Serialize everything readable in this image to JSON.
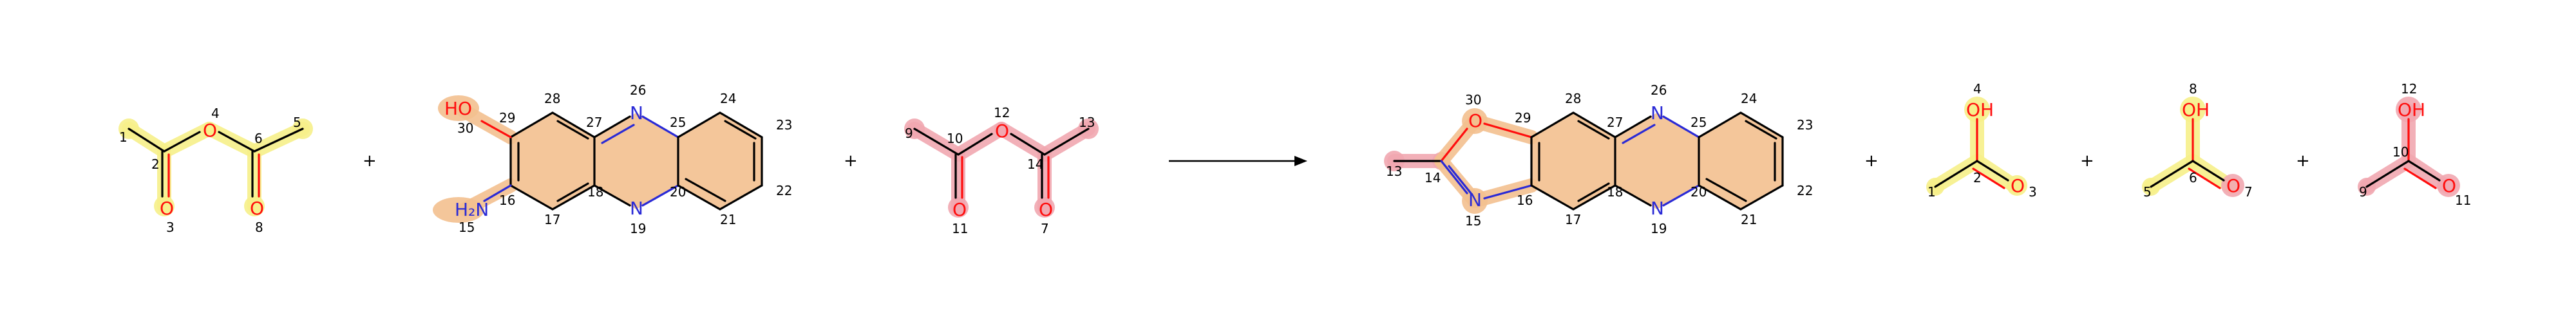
{
  "reaction": {
    "operator": "+",
    "reactants": [
      {
        "id": "acetic-anhydride-1",
        "highlight": "yellow",
        "atoms": [
          {
            "label": "",
            "idx": "1"
          },
          {
            "label": "",
            "idx": "2"
          },
          {
            "label": "O",
            "idx": "3"
          },
          {
            "label": "O",
            "idx": "4"
          },
          {
            "label": "",
            "idx": "5"
          },
          {
            "label": "",
            "idx": "6"
          },
          {
            "label": "O",
            "idx": "8"
          }
        ]
      },
      {
        "id": "aminohydroxyphenazine",
        "highlight": "orange",
        "atoms": [
          {
            "label": "HO",
            "idx": "30"
          },
          {
            "label": "",
            "idx": "29"
          },
          {
            "label": "",
            "idx": "28"
          },
          {
            "label": "",
            "idx": "27"
          },
          {
            "label": "N",
            "idx": "26"
          },
          {
            "label": "",
            "idx": "25"
          },
          {
            "label": "",
            "idx": "24"
          },
          {
            "label": "",
            "idx": "23"
          },
          {
            "label": "",
            "idx": "22"
          },
          {
            "label": "",
            "idx": "21"
          },
          {
            "label": "",
            "idx": "20"
          },
          {
            "label": "N",
            "idx": "19"
          },
          {
            "label": "",
            "idx": "18"
          },
          {
            "label": "",
            "idx": "17"
          },
          {
            "label": "",
            "idx": "16"
          },
          {
            "label": "H₂N",
            "idx": "15"
          }
        ]
      },
      {
        "id": "acetic-anhydride-2",
        "highlight": "pink",
        "atoms": [
          {
            "label": "",
            "idx": "9"
          },
          {
            "label": "",
            "idx": "10"
          },
          {
            "label": "O",
            "idx": "11"
          },
          {
            "label": "O",
            "idx": "12"
          },
          {
            "label": "",
            "idx": "13"
          },
          {
            "label": "",
            "idx": "14"
          },
          {
            "label": "O",
            "idx": "7"
          }
        ]
      }
    ],
    "products": [
      {
        "id": "methyloxazolophenazine",
        "atoms": [
          {
            "label": "",
            "idx": "13"
          },
          {
            "label": "",
            "idx": "14"
          },
          {
            "label": "O",
            "idx": "30"
          },
          {
            "label": "N",
            "idx": "15"
          },
          {
            "label": "",
            "idx": "29"
          },
          {
            "label": "",
            "idx": "16"
          },
          {
            "label": "",
            "idx": "28"
          },
          {
            "label": "",
            "idx": "17"
          },
          {
            "label": "",
            "idx": "27"
          },
          {
            "label": "",
            "idx": "18"
          },
          {
            "label": "N",
            "idx": "26"
          },
          {
            "label": "N",
            "idx": "19"
          },
          {
            "label": "",
            "idx": "25"
          },
          {
            "label": "",
            "idx": "20"
          },
          {
            "label": "",
            "idx": "24"
          },
          {
            "label": "",
            "idx": "23"
          },
          {
            "label": "",
            "idx": "22"
          },
          {
            "label": "",
            "idx": "21"
          }
        ]
      },
      {
        "id": "acetic-acid-1",
        "highlight": "yellow",
        "atoms": [
          {
            "label": "OH",
            "idx": "4"
          },
          {
            "label": "",
            "idx": "2"
          },
          {
            "label": "",
            "idx": "1"
          },
          {
            "label": "O",
            "idx": "3"
          }
        ]
      },
      {
        "id": "acetic-acid-2",
        "highlight": "yellow-pink",
        "atoms": [
          {
            "label": "OH",
            "idx": "8"
          },
          {
            "label": "",
            "idx": "6"
          },
          {
            "label": "",
            "idx": "5"
          },
          {
            "label": "O",
            "idx": "7"
          }
        ]
      },
      {
        "id": "acetic-acid-3",
        "highlight": "pink",
        "atoms": [
          {
            "label": "OH",
            "idx": "12"
          },
          {
            "label": "",
            "idx": "10"
          },
          {
            "label": "",
            "idx": "9"
          },
          {
            "label": "O",
            "idx": "11"
          }
        ]
      }
    ],
    "colors": {
      "yellow": "#f6f08a",
      "orange": "#f3c08f",
      "pink": "#f1a7b0",
      "oxygen": "#ff0d0d",
      "nitrogen": "#2a2ad6",
      "bond": "#000000"
    }
  }
}
